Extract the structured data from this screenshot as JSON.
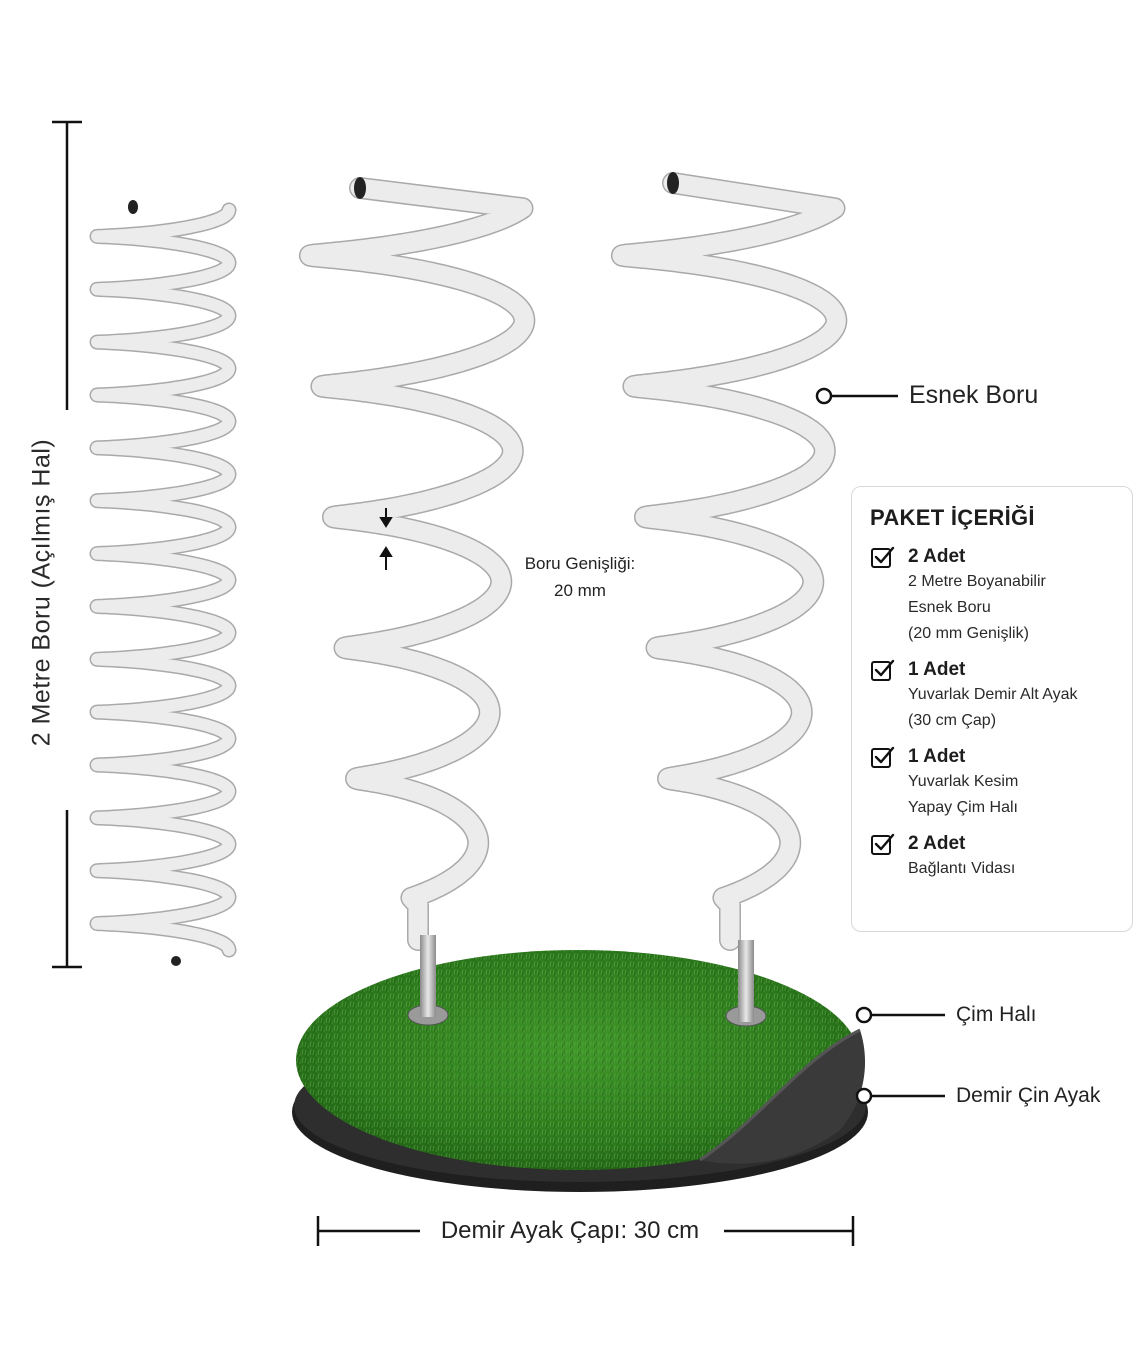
{
  "labels": {
    "vertical_dimension": "2 Metre Boru (Açılmış Hal)",
    "flex_pipe": "Esnek Boru",
    "pipe_width_title": "Boru Genişliği:",
    "pipe_width_value": "20 mm",
    "grass_mat": "Çim Halı",
    "iron_base": "Demir Çin Ayak",
    "base_diameter": "Demir Ayak Çapı: 30 cm"
  },
  "package": {
    "title": "PAKET İÇERİĞİ",
    "items": [
      {
        "qty": "2 Adet",
        "desc": "2 Metre Boyanabilir\nEsnek Boru\n(20 mm Genişlik)"
      },
      {
        "qty": "1 Adet",
        "desc": "Yuvarlak Demir Alt Ayak\n(30 cm Çap)"
      },
      {
        "qty": "1 Adet",
        "desc": "Yuvarlak Kesim\nYapay Çim Halı"
      },
      {
        "qty": "2 Adet",
        "desc": "Bağlantı Vidası"
      }
    ]
  },
  "colors": {
    "pipe": "#ececec",
    "pipe_edge": "#a9a9a9",
    "grass": "#2f7a1f",
    "base": "#262626",
    "line": "#111111"
  }
}
